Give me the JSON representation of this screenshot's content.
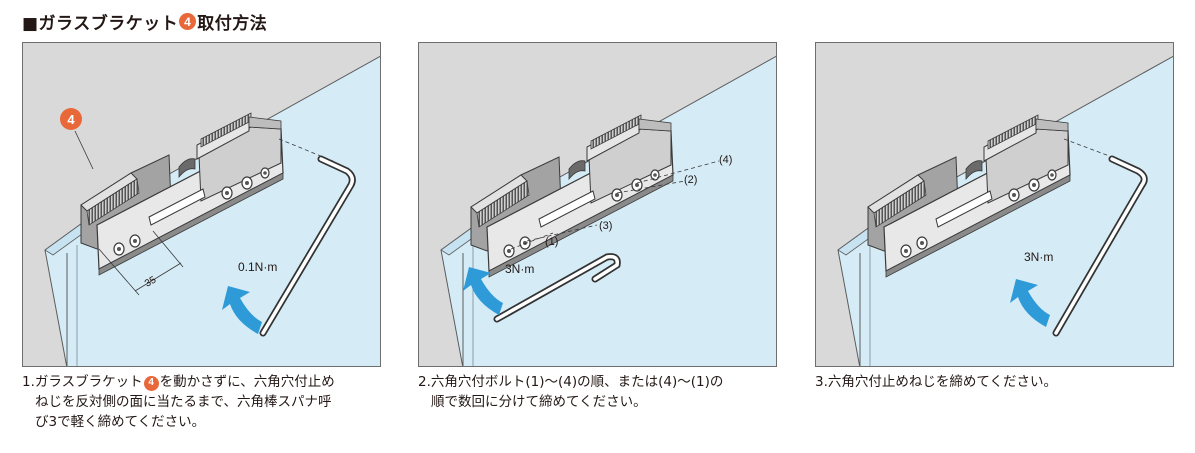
{
  "title": {
    "prefix": "■ガラスブラケット",
    "badge": "4",
    "suffix": "取付方法"
  },
  "colors": {
    "accent": "#e9683a",
    "glass": "#d5ecf7",
    "wall": "#d9d9d9",
    "arrow": "#2e9bd8"
  },
  "panels": [
    {
      "badge": "4",
      "dimension": "35",
      "torque": "0.1N·m",
      "caption_num": "1.",
      "caption_a": "ガラスブラケット",
      "caption_badge": "4",
      "caption_b": "を動かさずに、六角穴付止め",
      "caption_line2": "ねじを反対側の面に当たるまで、六角棒スパナ呼",
      "caption_line3": "び3で軽く締めてください。"
    },
    {
      "torque": "3N·m",
      "bolt_labels": [
        "(1)",
        "(2)",
        "(3)",
        "(4)"
      ],
      "caption_line1": "2.六角穴付ボルト(1)～(4)の順、または(4)～(1)の",
      "caption_line2": "順で数回に分けて締めてください。"
    },
    {
      "torque": "3N·m",
      "caption_line1": "3.六角穴付止めねじを締めてください。"
    }
  ]
}
